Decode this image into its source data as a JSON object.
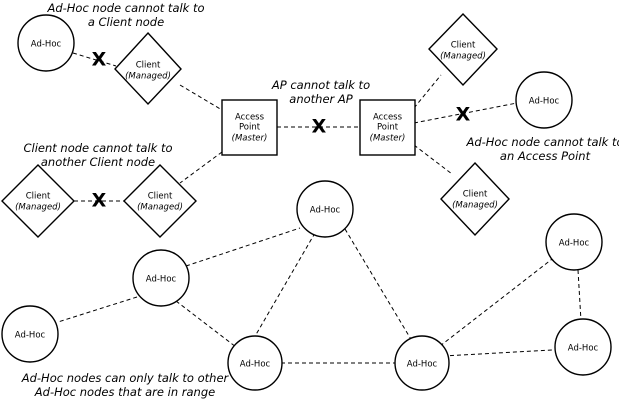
{
  "nodes": {
    "adhoc_top": {
      "label": "Ad-Hoc"
    },
    "client_top": {
      "label": "Client",
      "sub": "(Managed)"
    },
    "ap_left": {
      "label": "Access",
      "label2": "Point",
      "sub": "(Master)"
    },
    "ap_right": {
      "label": "Access",
      "label2": "Point",
      "sub": "(Master)"
    },
    "client_right_top": {
      "label": "Client",
      "sub": "(Managed)"
    },
    "adhoc_right": {
      "label": "Ad-Hoc"
    },
    "client_right_bottom": {
      "label": "Client",
      "sub": "(Managed)"
    },
    "client_left_a": {
      "label": "Client",
      "sub": "(Managed)"
    },
    "client_left_b": {
      "label": "Client",
      "sub": "(Managed)"
    },
    "adhoc_mesh_1": {
      "label": "Ad-Hoc"
    },
    "adhoc_mesh_2": {
      "label": "Ad-Hoc"
    },
    "adhoc_mesh_3": {
      "label": "Ad-Hoc"
    },
    "adhoc_mesh_4": {
      "label": "Ad-Hoc"
    },
    "adhoc_mesh_5": {
      "label": "Ad-Hoc"
    },
    "adhoc_mesh_6": {
      "label": "Ad-Hoc"
    },
    "adhoc_mesh_7": {
      "label": "Ad-Hoc"
    }
  },
  "captions": {
    "adhoc_client": [
      "Ad-Hoc node cannot talk to",
      "a Client node"
    ],
    "ap_ap": [
      "AP cannot talk to",
      "another AP"
    ],
    "client_client": [
      "Client node cannot talk to",
      "another Client node"
    ],
    "adhoc_ap": [
      "Ad-Hoc node cannot talk to",
      "an Access Point"
    ],
    "adhoc_range": [
      "Ad-Hoc nodes can only talk to other",
      "Ad-Hoc nodes that are in range"
    ]
  },
  "blocked_mark": "X"
}
